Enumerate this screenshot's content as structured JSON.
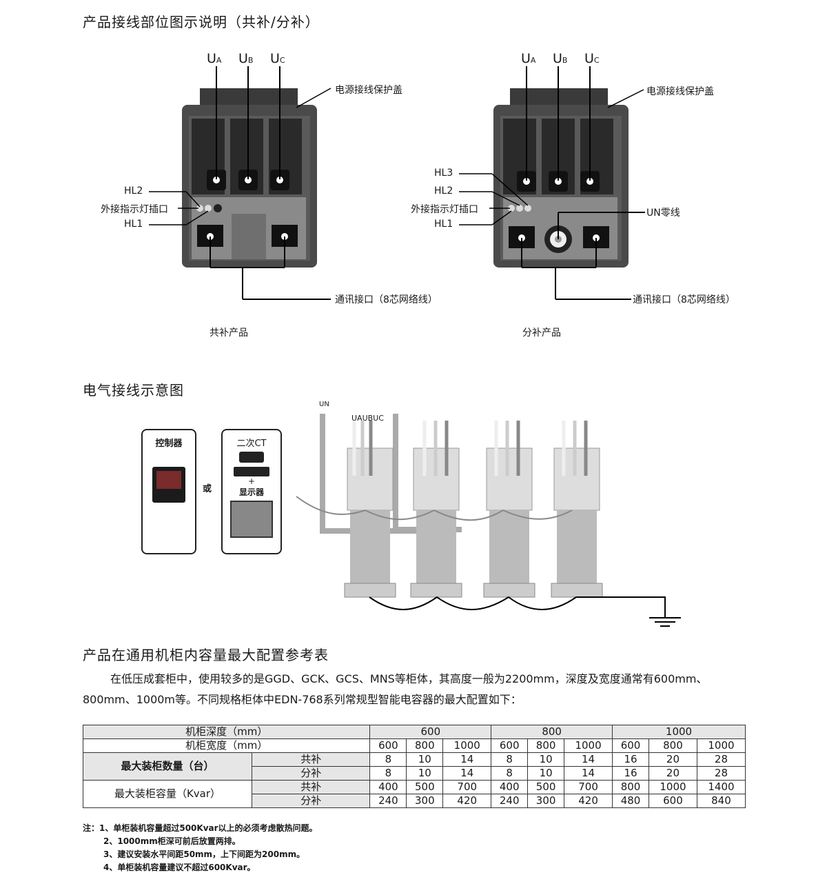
{
  "section1": {
    "title": "产品接线部位图示说明（共补/分补）",
    "left": {
      "phase_labels": [
        "UA",
        "UB",
        "UC"
      ],
      "cover_label": "电源接线保护盖",
      "hl2": "HL2",
      "indicator": "外接指示灯插口",
      "hl1": "HL1",
      "comm": "通讯接口（8芯网络线）",
      "caption": "共补产品"
    },
    "right": {
      "phase_labels": [
        "UA",
        "UB",
        "UC"
      ],
      "cover_label": "电源接线保护盖",
      "hl3": "HL3",
      "hl2": "HL2",
      "indicator": "外接指示灯插口",
      "hl1": "HL1",
      "un_label": "UN零线",
      "comm": "通讯接口（8芯网络线）",
      "caption": "分补产品"
    }
  },
  "section2": {
    "title": "电气接线示意图",
    "controller": "控制器",
    "or": "或",
    "ct": "二次CT",
    "plus": "+",
    "display": "显示器",
    "un": "UN",
    "uabc": "UAUBUC"
  },
  "section3": {
    "title": "产品在通用机柜内容量最大配置参考表",
    "paragraph": "在低压成套柜中，使用较多的是GGD、GCK、GCS、MNS等柜体，其高度一般为2200mm，深度及宽度通常有600mm、800mm、1000m等。不同规格柜体中EDN-768系列常规型智能电容器的最大配置如下：",
    "table": {
      "depth_label": "机柜深度（mm）",
      "width_label": "机柜宽度（mm）",
      "depths": [
        "600",
        "800",
        "1000"
      ],
      "widths": [
        "600",
        "800",
        "1000",
        "600",
        "800",
        "1000",
        "600",
        "800",
        "1000"
      ],
      "count_label": "最大装柜数量（台）",
      "capacity_label": "最大装柜容量（Kvar）",
      "gongbu": "共补",
      "fenbu": "分补",
      "count_gongbu": [
        "8",
        "10",
        "14",
        "8",
        "10",
        "14",
        "16",
        "20",
        "28"
      ],
      "count_fenbu": [
        "8",
        "10",
        "14",
        "8",
        "10",
        "14",
        "16",
        "20",
        "28"
      ],
      "cap_gongbu": [
        "400",
        "500",
        "700",
        "400",
        "500",
        "700",
        "800",
        "1000",
        "1400"
      ],
      "cap_fenbu": [
        "240",
        "300",
        "420",
        "240",
        "300",
        "420",
        "480",
        "600",
        "840"
      ]
    },
    "notes": [
      "注：1、单柜装机容量超过500Kvar以上的必须考虑散热问题。",
      "2、1000mm柜深可前后放置两排。",
      "3、建议安装水平间距50mm，上下间距为200mm。",
      "4、单柜装机容量建议不超过600Kvar。"
    ]
  }
}
